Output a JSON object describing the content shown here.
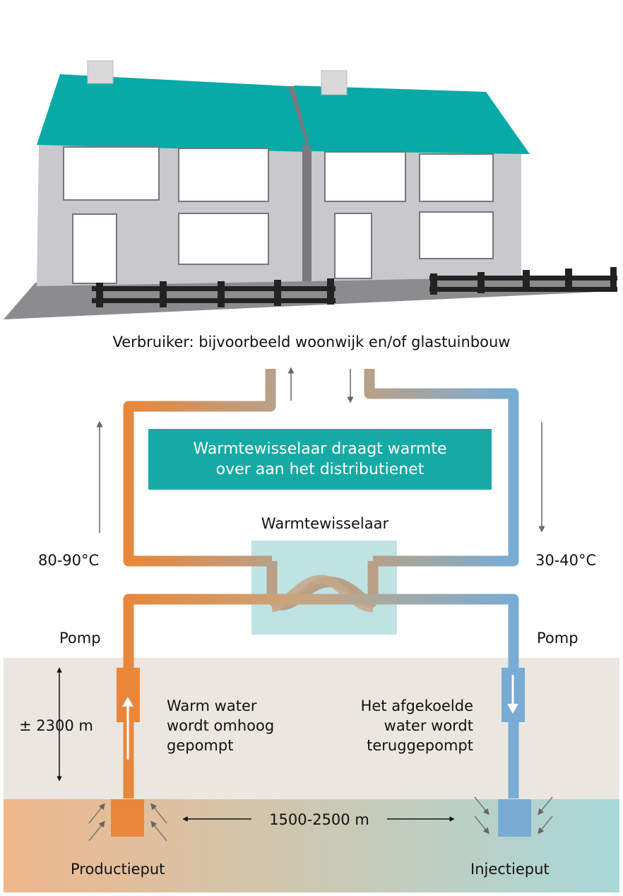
{
  "labels": {
    "consumer": "Verbruiker: bijvoorbeeld woonwijk en/of glastuinbouw",
    "info_box_line1": "Warmtewisselaar draagt warmte",
    "info_box_line2": "over aan het distributienet",
    "heat_exchanger": "Warmtewisselaar",
    "temp_hot": "80-90°C",
    "temp_cold": "30-40°C",
    "pump_left": "Pomp",
    "pump_right": "Pomp",
    "depth": "± 2300 m",
    "warm_line1": "Warm water",
    "warm_line2": "wordt omhoog",
    "warm_line3": "gepompt",
    "cold_line1": "Het afgekoelde",
    "cold_line2": "water wordt",
    "cold_line3": "teruggepompt",
    "distance": "1500-2500 m",
    "production_well": "Productieput",
    "injection_well": "Injectieput"
  },
  "colors": {
    "hot": "#e8873a",
    "cold": "#78acd4",
    "mixed": "#b8a088",
    "roof": "#07aaa6",
    "wall": "#c8c8cc",
    "info_box": "#17aaa5",
    "exchanger_box": "#bfe2e2",
    "ground_upper": "#ebe7e0",
    "ground_lower_left": "#f0b88c",
    "ground_lower_right": "#a8d8d8",
    "arrow": "#666666",
    "fence": "#222222"
  }
}
